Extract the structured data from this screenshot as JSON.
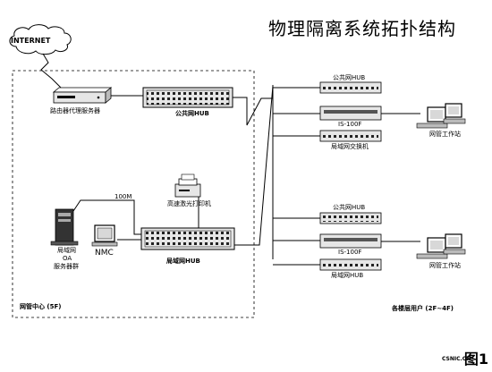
{
  "title": "物理隔离系统拓扑结构",
  "internet": {
    "label": "INTERNET"
  },
  "router": {
    "label": "路由器代理服务器"
  },
  "public_hub": {
    "label": "公共网HUB"
  },
  "lan_hub": {
    "label": "局域网HUB"
  },
  "printer": {
    "label": "高速激光打印机"
  },
  "link_speed": "100M",
  "server": {
    "label_line1": "局域网",
    "label_line2": "OA",
    "label_line3": "服务器群"
  },
  "nmc": {
    "label": "NMC"
  },
  "center_label": "网管中心 (5F)",
  "floors_label": "各楼层用户 (2F~4F)",
  "group_top": {
    "hub_label": "公共网HUB",
    "switch_label": "IS-100F",
    "lan_label": "局域网交换机",
    "station_label": "网管工作站"
  },
  "group_bottom": {
    "hub_label": "公共网HUB",
    "switch_label": "IS-100F",
    "lan_label": "局域网HUB",
    "station_label": "网管工作站"
  },
  "figure_label": "图1",
  "watermark": "CSNIC.CN",
  "colors": {
    "line": "#000000",
    "device_fill": "#e6e6e6",
    "background": "#ffffff"
  },
  "icons": [
    "cloud-icon",
    "router-icon",
    "hub-icon",
    "switch-icon",
    "printer-icon",
    "server-icon",
    "monitor-icon",
    "workstation-icon"
  ]
}
